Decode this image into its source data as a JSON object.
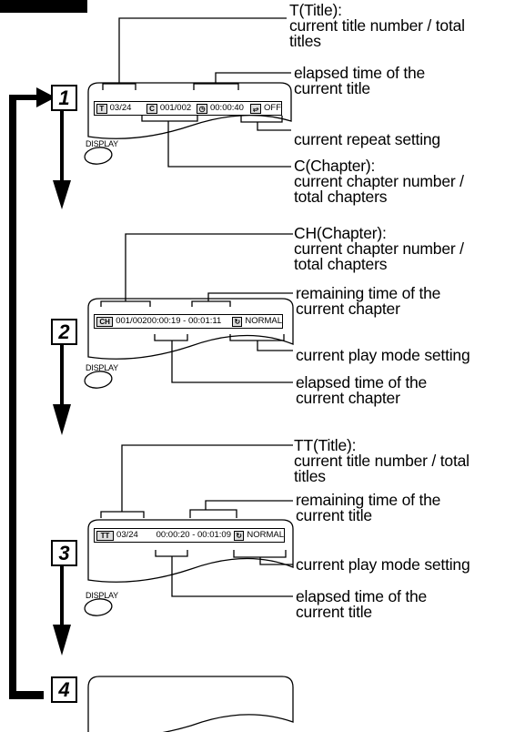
{
  "steps": [
    "1",
    "2",
    "3",
    "4"
  ],
  "display_button_label": "DISPLAY",
  "screen1": {
    "title_value": "03/24",
    "chapter_value": "001/002",
    "time_value": "00:00:40",
    "repeat_value": "OFF"
  },
  "screen2": {
    "chapter_value": "001/002",
    "time_value": "00:00:19 - 00:01:11",
    "mode_value": "NORMAL"
  },
  "screen3": {
    "title_value": "03/24",
    "time_value": "00:00:20 - 00:01:09",
    "mode_value": "NORMAL"
  },
  "labels": {
    "l1_title": [
      "T(Title):",
      "current title number / total",
      "titles"
    ],
    "l1_elapsed": [
      "elapsed time of the",
      "current title"
    ],
    "l1_repeat": [
      "current repeat setting"
    ],
    "l1_chapter": [
      "C(Chapter):",
      "current chapter number /",
      "total chapters"
    ],
    "l2_chapter": [
      "CH(Chapter):",
      "current chapter number /",
      "total chapters"
    ],
    "l2_remaining": [
      "remaining time of the",
      "current chapter"
    ],
    "l2_mode": [
      "current play mode setting"
    ],
    "l2_elapsed": [
      "elapsed time of the",
      "current chapter"
    ],
    "l3_title": [
      "TT(Title):",
      "current title number / total",
      "titles"
    ],
    "l3_remaining": [
      "remaining time of the",
      "current title"
    ],
    "l3_mode": [
      "current play mode setting"
    ],
    "l3_elapsed": [
      "elapsed time of the",
      "current title"
    ]
  },
  "icons": {
    "t": "T",
    "c": "C",
    "clock": "clock-icon",
    "repeat": "repeat-icon",
    "ch": "CH",
    "tt": "TT",
    "mode": "mode-icon"
  }
}
